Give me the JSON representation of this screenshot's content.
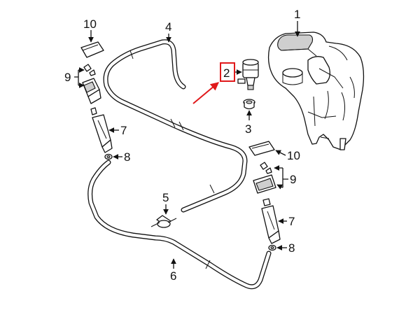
{
  "callouts": {
    "c1": "1",
    "c2": "2",
    "c3": "3",
    "c4": "4",
    "c5": "5",
    "c6": "6",
    "c7_left": "7",
    "c7_right": "7",
    "c8_left": "8",
    "c8_right": "8",
    "c9_left": "9",
    "c9_right": "9",
    "c10_left": "10",
    "c10_right": "10"
  },
  "colors": {
    "highlight": "#e0191b",
    "ink": "#111111",
    "shade": "#cfcfcf"
  },
  "highlighted_part": "2"
}
